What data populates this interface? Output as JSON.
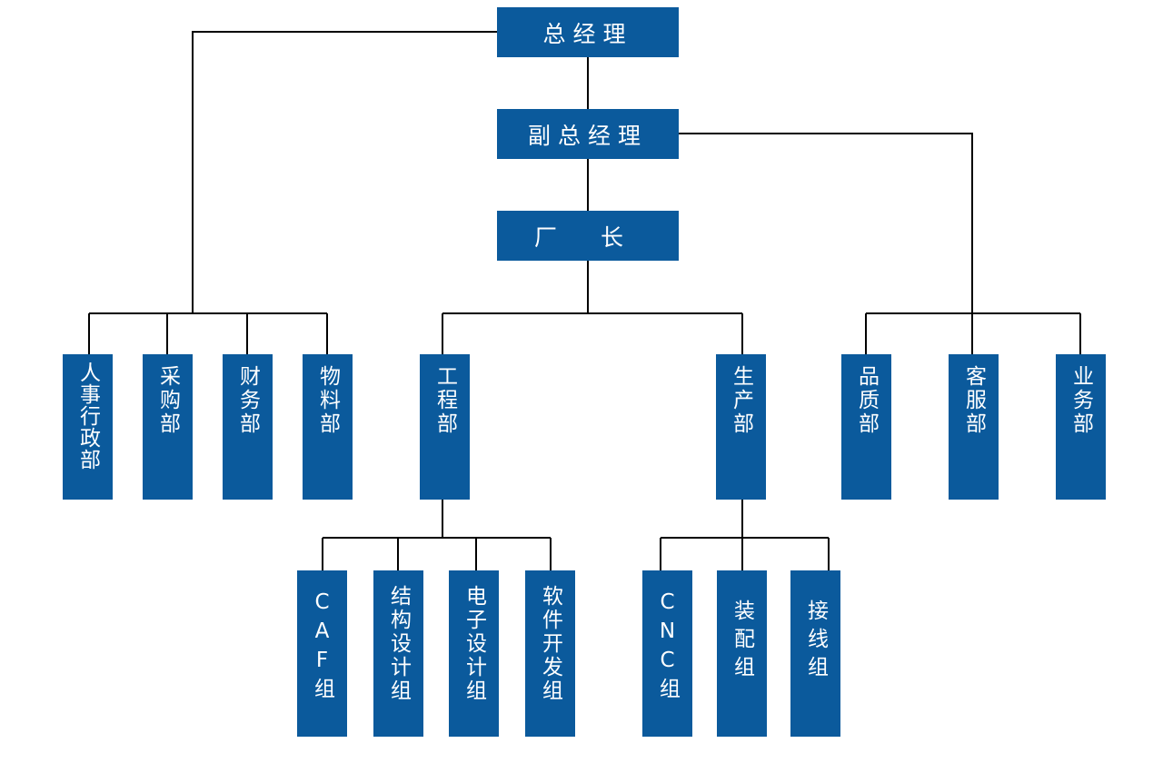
{
  "chart": {
    "general_manager": "总经理",
    "deputy_general_manager": "副总经理",
    "factory_director": "厂 长",
    "departments": {
      "hr_admin": "人事行政部",
      "purchasing": "采购部",
      "finance": "财务部",
      "materials": "物料部",
      "engineering": "工程部",
      "production": "生产部",
      "quality": "品质部",
      "customer_service": "客服部",
      "business": "业务部"
    },
    "engineering_groups": {
      "caf": "CAF组",
      "structure_design": "结构设计组",
      "electronics_design": "电子设计组",
      "software_dev": "软件开发组"
    },
    "production_groups": {
      "cnc": "CNC组",
      "assembly": "装配组",
      "wiring": "接线组"
    }
  },
  "colors": {
    "box_fill": "#0b5a9c",
    "box_text": "#ffffff",
    "connector": "#000000"
  }
}
